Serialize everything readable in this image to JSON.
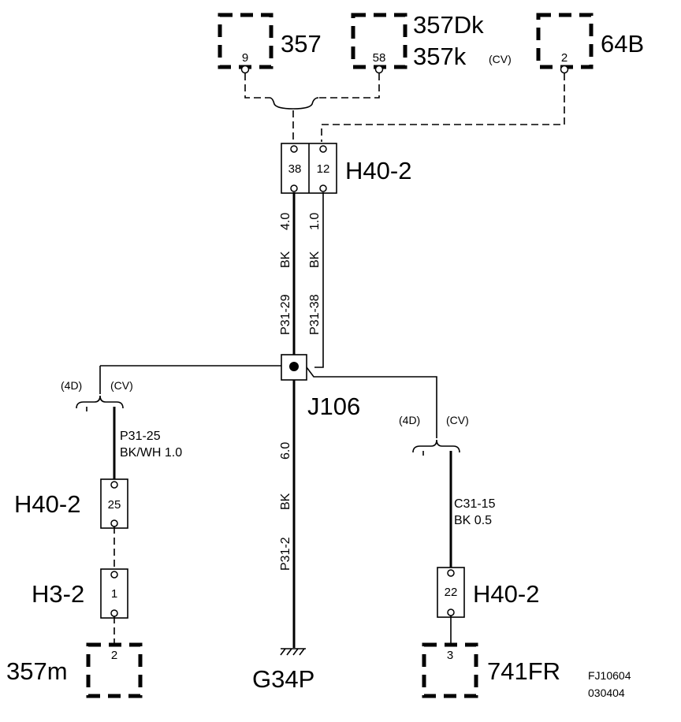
{
  "components": {
    "c357": {
      "label": "357",
      "pin": "9"
    },
    "c357dk": {
      "label1": "357Dk",
      "label2": "357k",
      "option": "(CV)",
      "pin": "58"
    },
    "c64b": {
      "label": "64B",
      "pin": "2"
    },
    "h40_top": {
      "label": "H40-2",
      "pin_left": "38",
      "pin_right": "12"
    },
    "j106": {
      "label": "J106"
    },
    "h40_left": {
      "label": "H40-2",
      "pin": "25"
    },
    "h3": {
      "label": "H3-2",
      "pin": "1"
    },
    "c357m": {
      "label": "357m",
      "pin": "2"
    },
    "ground": {
      "label": "G34P"
    },
    "h40_right": {
      "label": "H40-2",
      "pin": "22"
    },
    "c741fr": {
      "label": "741FR",
      "pin": "3"
    }
  },
  "wires": {
    "w_p3129": {
      "circuit": "P31-29",
      "color": "BK",
      "size": "4.0"
    },
    "w_p3138": {
      "circuit": "P31-38",
      "color": "BK",
      "size": "1.0"
    },
    "w_p312": {
      "circuit": "P31-2",
      "color": "BK",
      "size": "6.0"
    },
    "w_p3125": {
      "line1": "P31-25",
      "line2": "BK/WH  1.0"
    },
    "w_c3115": {
      "line1": "C31-15",
      "line2": "BK   0.5"
    }
  },
  "options": {
    "left": {
      "a": "(4D)",
      "b": "(CV)"
    },
    "right": {
      "a": "(4D)",
      "b": "(CV)"
    }
  },
  "figure": {
    "id": "FJ10604",
    "date": "030404"
  }
}
